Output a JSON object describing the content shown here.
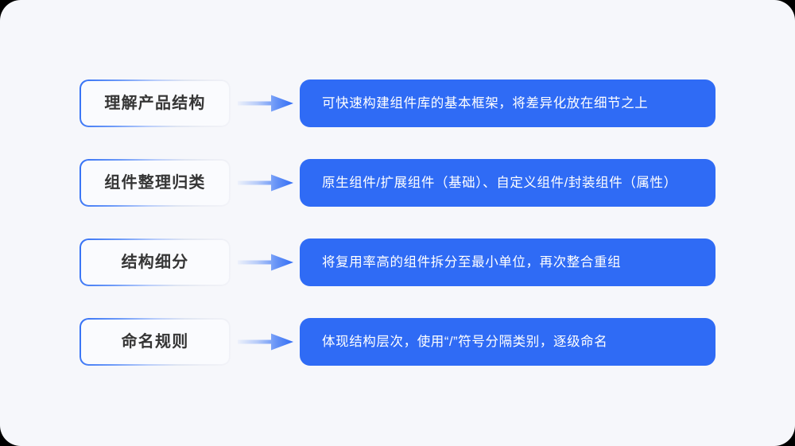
{
  "page": {
    "background_color": "#f6f7fb",
    "backdrop_color": "#000000",
    "accent_color": "#2f6bf5",
    "border_accent_color": "#3370f5",
    "chip_background_color": "#fafbfe",
    "chip_text_color": "#353535",
    "desc_text_color": "#ffffff"
  },
  "flow": {
    "arrow_icon_name": "arrow-right-icon",
    "rows": [
      {
        "stage": "理解产品结构",
        "description": "可快速构建组件库的基本框架，将差异化放在细节之上"
      },
      {
        "stage": "组件整理归类",
        "description": "原生组件/扩展组件（基础）、自定义组件/封装组件（属性）"
      },
      {
        "stage": "结构细分",
        "description": "将复用率高的组件拆分至最小单位，再次整合重组"
      },
      {
        "stage": "命名规则",
        "description": "体现结构层次，使用“/”符号分隔类别，逐级命名"
      }
    ]
  }
}
